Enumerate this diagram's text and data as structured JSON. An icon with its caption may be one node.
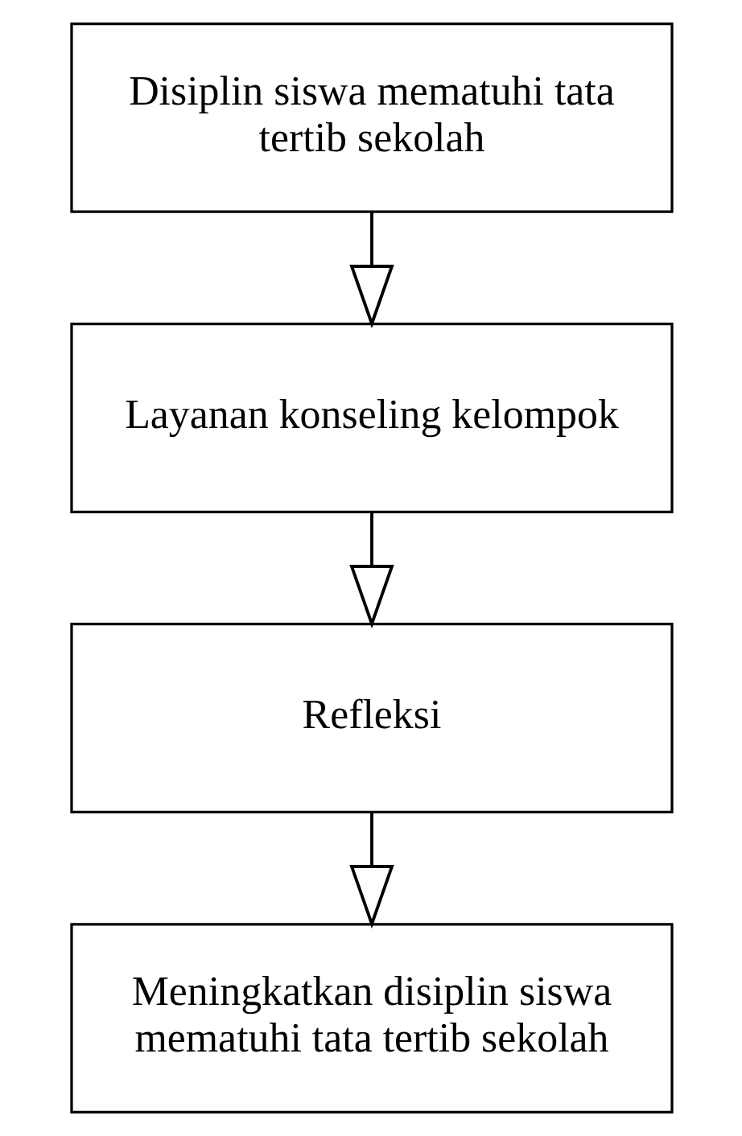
{
  "diagram": {
    "nodes": [
      {
        "text": [
          "Disiplin siswa mematuhi tata tertib sekolah"
        ]
      },
      {
        "text": [
          "Layanan konseling kelompok"
        ]
      },
      {
        "text": [
          "Refleksi"
        ]
      },
      {
        "text": [
          "Meningkatkan disiplin siswa mematuhi tata tertib sekolah"
        ]
      }
    ],
    "edges": [
      {
        "from": 0,
        "to": 1,
        "arrow": "to"
      },
      {
        "from": 1,
        "to": 2,
        "arrow": "to"
      },
      {
        "from": 2,
        "to": 3,
        "arrow": "to"
      }
    ]
  }
}
